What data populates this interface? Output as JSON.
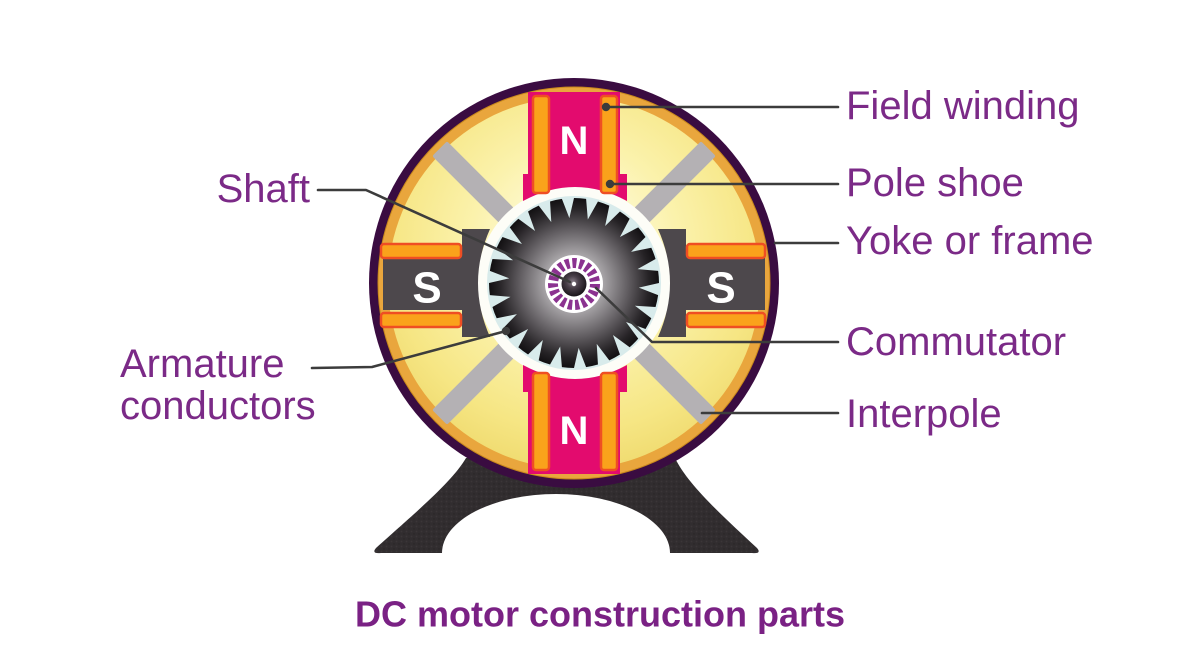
{
  "title": "DC motor construction parts",
  "motor": {
    "pole_letters": {
      "north": "N",
      "south": "S"
    },
    "labels": {
      "field_winding": "Field winding",
      "pole_shoe": "Pole shoe",
      "yoke_or_frame": "Yoke or frame",
      "commutator": "Commutator",
      "interpole": "Interpole",
      "shaft": "Shaft",
      "armature_line1": "Armature",
      "armature_line2": "conductors"
    },
    "colors": {
      "label_text": "#7B2A87",
      "title_text": "#7A2184",
      "pole_magenta": "#E30B6E",
      "winding_orange": "#FAA21B",
      "winding_orange_border": "#EF4E23",
      "yoke_gold": "#E9A63D",
      "frame_purple": "#3A0C41",
      "pole_gray": "#4D484C",
      "interpole_gray": "#B4B1B4",
      "slot_cyan": "#D8EBEB",
      "commutator_purple": "#8B3290",
      "base_dark": "#312D2F",
      "pointer_line": "#3C3C3C"
    }
  }
}
